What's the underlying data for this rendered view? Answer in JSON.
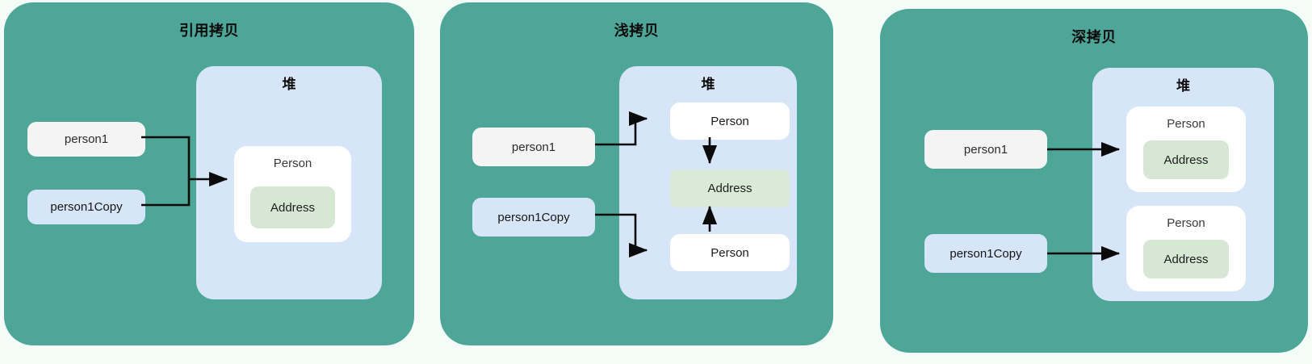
{
  "background_color": "#f4fcf7",
  "palette": {
    "panel": "#4da697",
    "heap": "#d7e5f8",
    "card": "#ffffff",
    "address": "#d6e8d4",
    "var_light": "#f4f4f4",
    "var_blue": "#d7e5f8",
    "edge": "#0a0a0a"
  },
  "panels": [
    {
      "id": "reference-copy",
      "title": "引用拷贝",
      "heap_label": "堆",
      "variables": [
        {
          "label": "person1",
          "style": "light"
        },
        {
          "label": "person1Copy",
          "style": "blue"
        }
      ],
      "objects": [
        {
          "title": "Person",
          "field": "Address"
        }
      ]
    },
    {
      "id": "shallow-copy",
      "title": "浅拷贝",
      "heap_label": "堆",
      "variables": [
        {
          "label": "person1",
          "style": "light"
        },
        {
          "label": "person1Copy",
          "style": "blue"
        }
      ],
      "objects": [
        {
          "title": "Person"
        },
        {
          "title": "Person"
        }
      ],
      "shared_field": "Address"
    },
    {
      "id": "deep-copy",
      "title": "深拷贝",
      "heap_label": "堆",
      "variables": [
        {
          "label": "person1",
          "style": "light"
        },
        {
          "label": "person1Copy",
          "style": "blue"
        }
      ],
      "objects": [
        {
          "title": "Person",
          "field": "Address"
        },
        {
          "title": "Person",
          "field": "Address"
        }
      ]
    }
  ]
}
